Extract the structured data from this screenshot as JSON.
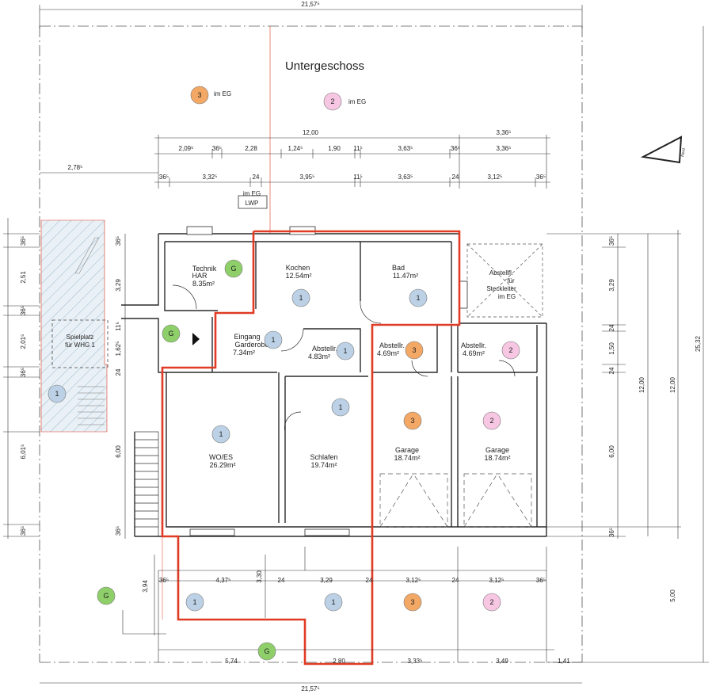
{
  "title": "Untergeschoss",
  "colors": {
    "wall": "#2b2b2b",
    "red_outline": "#e03b24",
    "marker_1": "#bcd1e6",
    "marker_2": "#f6c6e3",
    "marker_3": "#f3a865",
    "marker_G": "#8fcf6a",
    "hatch": "#9cb9cc"
  },
  "legend": [
    {
      "marker": "3",
      "text": "im EG",
      "color_key": "marker_3"
    },
    {
      "marker": "2",
      "text": "im EG",
      "color_key": "marker_2"
    }
  ],
  "north_label": "Nord",
  "rooms": [
    {
      "id": "technik",
      "name": "Technik",
      "name2": "HAR",
      "area": "8.35m²"
    },
    {
      "id": "kochen",
      "name": "Kochen",
      "name2": "",
      "area": "12.54m²"
    },
    {
      "id": "bad",
      "name": "Bad",
      "name2": "",
      "area": "11.47m²"
    },
    {
      "id": "eingang",
      "name": "Eingang",
      "name2": "Garderobe",
      "area": "7.34m²"
    },
    {
      "id": "abstellr_1",
      "name": "Abstellr.",
      "name2": "",
      "area": "4.83m²"
    },
    {
      "id": "abstellr_3",
      "name": "Abstellr.",
      "name2": "",
      "area": "4.69m²"
    },
    {
      "id": "abstellr_2",
      "name": "Abstellr.",
      "name2": "",
      "area": "4.69m²"
    },
    {
      "id": "wo_es",
      "name": "WO/ES",
      "name2": "",
      "area": "26.29m²"
    },
    {
      "id": "schlafen",
      "name": "Schlafen",
      "name2": "",
      "area": "19.74m²"
    },
    {
      "id": "garage_3",
      "name": "Garage",
      "name2": "",
      "area": "18.74m²"
    },
    {
      "id": "garage_2",
      "name": "Garage",
      "name2": "",
      "area": "18.74m²"
    }
  ],
  "spielplatz": {
    "line1": "Spielplatz",
    "line2": "für WHG 1"
  },
  "lwp": {
    "line1": "im EG",
    "line2": "LWP"
  },
  "abstellfl": {
    "line1": "Abstellfl.",
    "line2": "für",
    "line3": "Steckleiter",
    "line4": "im EG"
  },
  "markers": [
    {
      "label": "3",
      "color_key": "marker_3"
    },
    {
      "label": "2",
      "color_key": "marker_2"
    },
    {
      "label": "G",
      "color_key": "marker_G"
    },
    {
      "label": "1",
      "color_key": "marker_1"
    },
    {
      "label": "1",
      "color_key": "marker_1"
    },
    {
      "label": "G",
      "color_key": "marker_G"
    },
    {
      "label": "1",
      "color_key": "marker_1"
    },
    {
      "label": "1",
      "color_key": "marker_1"
    },
    {
      "label": "3",
      "color_key": "marker_3"
    },
    {
      "label": "2",
      "color_key": "marker_2"
    },
    {
      "label": "1",
      "color_key": "marker_1"
    },
    {
      "label": "1",
      "color_key": "marker_1"
    },
    {
      "label": "1",
      "color_key": "marker_1"
    },
    {
      "label": "3",
      "color_key": "marker_3"
    },
    {
      "label": "2",
      "color_key": "marker_2"
    },
    {
      "label": "G",
      "color_key": "marker_G"
    },
    {
      "label": "1",
      "color_key": "marker_1"
    },
    {
      "label": "1",
      "color_key": "marker_1"
    },
    {
      "label": "3",
      "color_key": "marker_3"
    },
    {
      "label": "2",
      "color_key": "marker_2"
    },
    {
      "label": "G",
      "color_key": "marker_G"
    }
  ],
  "dimensions": {
    "top_total": "21,57⁵",
    "bottom_total": "21,57⁵",
    "row1_total": "12,00",
    "row1_right": "3,36⁵",
    "row2": [
      "2,09⁵",
      "36⁵",
      "2,28",
      "1,24⁵",
      "1,90",
      "11⁵",
      "3,63⁵",
      "36⁵",
      "3,36⁵"
    ],
    "row3": [
      "36⁵",
      "3,32⁵",
      "24",
      "3,95⁵",
      "11⁵",
      "3,63⁵",
      "24",
      "3,12⁵",
      "36⁵"
    ],
    "left_offset": "2,78⁵",
    "left_outer": [
      "36⁵",
      "2,51",
      "36⁵",
      "2,01⁵",
      "36⁵",
      "6,01⁵",
      "36⁵"
    ],
    "left_inner": [
      "36⁵",
      "3,29",
      "11⁵",
      "1,62⁵",
      "24",
      "6,00",
      "36⁵"
    ],
    "right_inner": [
      "36⁵",
      "3,29",
      "24",
      "1,50",
      "24",
      "6,00",
      "36⁵"
    ],
    "right_12a": "12,00",
    "right_12b": "12,00",
    "right_2532": "25,32",
    "right_500": "5,00",
    "terrace_vert_a": "3,94",
    "terrace_vert_b": "3,30",
    "terrace_row": [
      "36⁵",
      "4,37⁵",
      "24",
      "3,29",
      "24",
      "3,12⁵",
      "24",
      "3,12⁵",
      "36⁵"
    ],
    "bottom_row": [
      "5,74",
      "2,80",
      "3,33⁵",
      "3,49",
      "1,41"
    ]
  }
}
